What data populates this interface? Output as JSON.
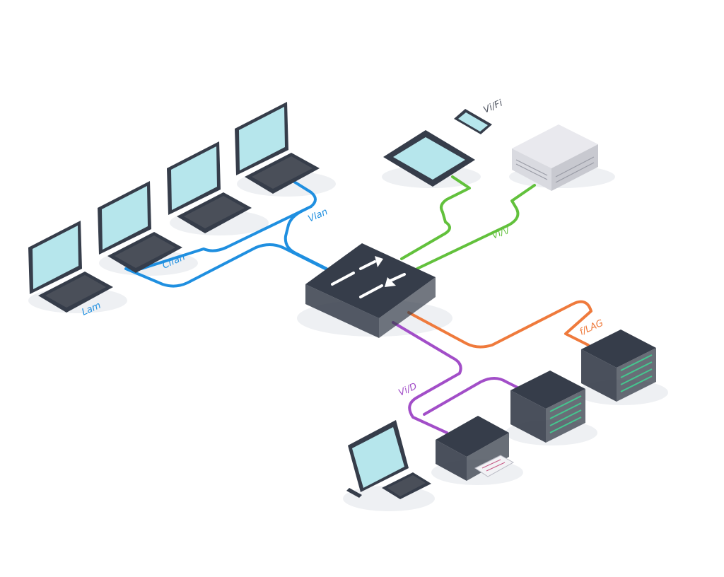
{
  "colors": {
    "vlan_blue": "#1f8fe0",
    "vlan_green": "#62c13c",
    "vlan_orange": "#ef7a3c",
    "vlan_purple": "#a24ec8",
    "device_dark": "#363d4a",
    "screen": "#b6e6ec",
    "keyboard": "#4a4f59",
    "server_light": "#e9e9ee",
    "led": "#45c68f"
  },
  "icons": [
    "switch-icon",
    "laptop-icon",
    "tablet-icon",
    "phone-icon",
    "server-icon",
    "printer-icon"
  ],
  "labels": {
    "blue_1": "Vlan",
    "blue_2": "Cifan",
    "blue_3": "Lam",
    "green": "Vi/\\/",
    "wifi": "Vi/Fi",
    "orange": "f/LAG",
    "purple": "Vi/D"
  }
}
